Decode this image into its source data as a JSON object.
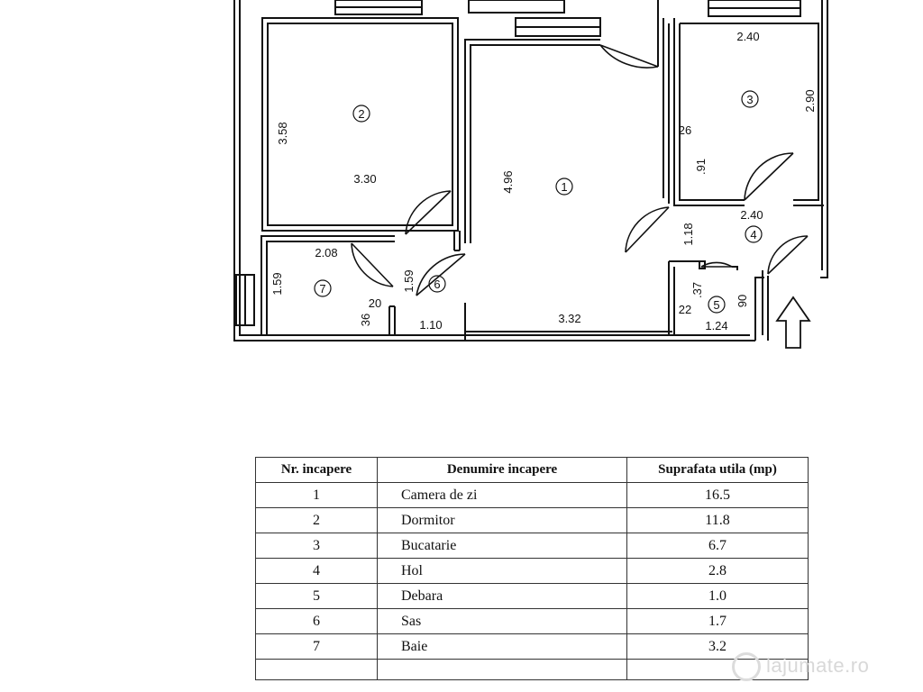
{
  "floor_plan": {
    "rooms": [
      {
        "number": "1"
      },
      {
        "number": "2"
      },
      {
        "number": "3"
      },
      {
        "number": "4"
      },
      {
        "number": "5"
      },
      {
        "number": "6"
      },
      {
        "number": "7"
      }
    ],
    "dimensions": {
      "kitchen_top": "2.40",
      "kitchen_right": "2.90",
      "bedroom_height": "3.58",
      "bedroom_width": "3.30",
      "living_height": "4.96",
      "living_width": "3.32",
      "kitchen_left_a": "26",
      "kitchen_left_b": ".91",
      "hall_width": "2.40",
      "hall_height": "1.18",
      "bath_width": "2.08",
      "bath_height": "1.59",
      "vestibule_height": "1.59",
      "vestibule_width": "1.10",
      "bath_small_a": "20",
      "bath_small_b": "36",
      "storage_a": ".37",
      "storage_b": "22",
      "storage_c": "90",
      "storage_width": "1.24"
    }
  },
  "table": {
    "headers": [
      "Nr. incapere",
      "Denumire incapere",
      "Suprafata utila (mp)"
    ],
    "rows": [
      {
        "nr": "1",
        "name": "Camera de zi",
        "area": "16.5"
      },
      {
        "nr": "2",
        "name": "Dormitor",
        "area": "11.8"
      },
      {
        "nr": "3",
        "name": "Bucatarie",
        "area": "6.7"
      },
      {
        "nr": "4",
        "name": "Hol",
        "area": "2.8"
      },
      {
        "nr": "5",
        "name": "Debara",
        "area": "1.0"
      },
      {
        "nr": "6",
        "name": "Sas",
        "area": "1.7"
      },
      {
        "nr": "7",
        "name": "Baie",
        "area": "3.2"
      }
    ]
  },
  "watermark": {
    "text": "lajumate.ro"
  },
  "colors": {
    "line": "#111111",
    "background": "#ffffff",
    "watermark": "#d8d8d8"
  }
}
